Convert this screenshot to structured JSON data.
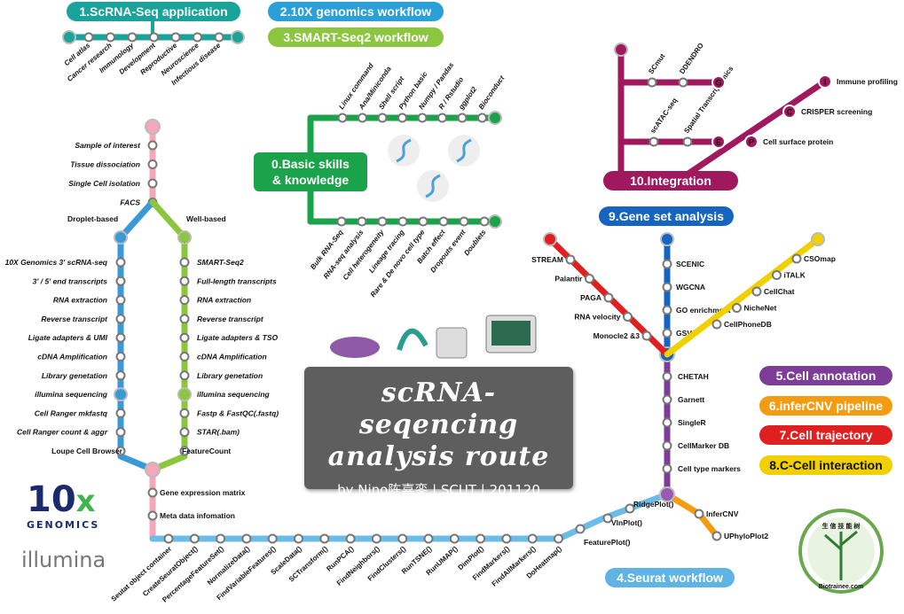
{
  "title": {
    "line1": "scRNA-seqencing",
    "line2": "analysis route",
    "byline": "by Nino陈嘉銮 | SCUT | 201120"
  },
  "pills": [
    {
      "key": "app",
      "label": "1.ScRNA-Seq application",
      "color": "#1aa39a"
    },
    {
      "key": "tenx",
      "label": "2.10X genomics workflow",
      "color": "#2a9fd8"
    },
    {
      "key": "smart",
      "label": "3.SMART-Seq2 workflow",
      "color": "#8cc63f"
    },
    {
      "key": "seurat",
      "label": "4.Seurat workflow",
      "color": "#5fb4e6"
    },
    {
      "key": "anno",
      "label": "5.Cell annotation",
      "color": "#7d3c98"
    },
    {
      "key": "infer",
      "label": "6.inferCNV pipeline",
      "color": "#f39c12"
    },
    {
      "key": "traj",
      "label": "7.Cell trajectory",
      "color": "#e02020"
    },
    {
      "key": "cci",
      "label": "8.C-Cell interaction",
      "color": "#f0d000"
    },
    {
      "key": "gsa",
      "label": "9.Gene set analysis",
      "color": "#1565c0"
    },
    {
      "key": "integ",
      "label": "10.Integration",
      "color": "#a0185d"
    },
    {
      "key": "basic",
      "label": "0.Basic skills\n& knowledge",
      "color": "#1aa34a"
    }
  ],
  "application": [
    "Cell atlas",
    "Cancer research",
    "Immunology",
    "Development",
    "Reproductive",
    "Neuroscience",
    "Infectious disease"
  ],
  "basic_top": [
    "Linux command",
    "Ana/Miniconda",
    "Shell script",
    "Python basic",
    "Numpy / Pandas",
    "R / Rstudio",
    "ggplot2",
    "Bioconduct"
  ],
  "basic_bottom": [
    "Bulk RNA-Seq",
    "RNA-seq analysis",
    "Cell heterogeneity",
    "Lineage tracing",
    "Rare & De novo cell type",
    "Batch effect",
    "Dropouts event",
    "Doublets"
  ],
  "pink": [
    "Sample of interest",
    "Tissue dissociation",
    "Single Cell isolation",
    "FACS"
  ],
  "branch": {
    "left": "Droplet-based",
    "right": "Well-based"
  },
  "tenx": [
    "10X Genomics 3' scRNA-seq",
    "3' / 5' end transcripts",
    "RNA extraction",
    "Reverse transcript",
    "Ligate adapters & UMI",
    "cDNA Amplification",
    "Library genetation",
    "illumina sequencing",
    "Cell Ranger mkfastq",
    "Cell Ranger count & aggr",
    "Loupe Cell Browser"
  ],
  "smart": [
    "SMART-Seq2",
    "Full-length transcripts",
    "RNA extraction",
    "Reverse transcript",
    "Ligate adapters & TSO",
    "cDNA Amplification",
    "Library genetation",
    "illumina sequencing",
    "Fastp & FastQC(.fastq)",
    "STAR(.bam)",
    "FeatureCount"
  ],
  "pink2": [
    "Gene expression matrix",
    "Meta data infomation"
  ],
  "seurat": [
    "Seutat object container",
    "CreateSeuratObject()",
    "PercentageFeatureSet()",
    "NormalizeData()",
    "FindVariableFeatures()",
    "ScaleData()",
    "SCTransform()",
    "RunPCA()",
    "FindNeighbors()",
    "FindClusters()",
    "RunTSNE()",
    "RunUMAP()",
    "DimPlot()",
    "FindMarkers()",
    "FindAllMarkers()",
    "DoHeatmap()"
  ],
  "seurat_up": [
    "FeaturePlot()",
    "VlnPlot()",
    "RidgePlot()"
  ],
  "infercnv": [
    "InferCNV",
    "UPhyloPlot2"
  ],
  "annotation": [
    "CHETAH",
    "Garnett",
    "SingleR",
    "CellMarker DB",
    "Cell type markers"
  ],
  "gsa": [
    "SCENIC",
    "WGCNA",
    "GO enrichment",
    "GSVA"
  ],
  "trajectory": [
    "STREAM",
    "Palantir",
    "PAGA",
    "RNA velocity",
    "Monocle2 &3"
  ],
  "cci": [
    "CSOmap",
    "iTALK",
    "CellChat",
    "NicheNet",
    "CellPhoneDB"
  ],
  "integration": {
    "top": [
      "SCmut",
      "DDENDRO"
    ],
    "mid": [
      "scATAC-seq",
      "Spatial Transcriptomics"
    ],
    "right": [
      "Immune profiling",
      "CRISPER screening",
      "Cell surface protein"
    ],
    "stops": {
      "g": "G",
      "e": "E",
      "i": "I",
      "c": "C",
      "p": "P"
    }
  },
  "logos": {
    "tenx_num": "10",
    "tenx_x": "x",
    "tenx_word": "GENOMICS",
    "illumina": "illumina",
    "bio_top": "生 信 技 能 树",
    "bio_bottom": "Biotrainee.com"
  }
}
